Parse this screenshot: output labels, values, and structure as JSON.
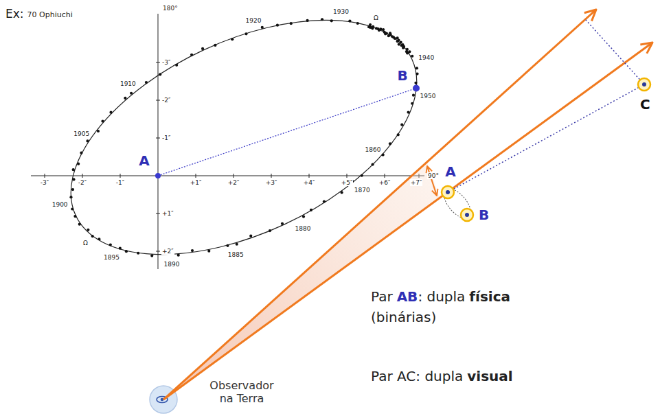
{
  "diagram": {
    "labels": [
      "Ex:",
      "70 Ophiuchi",
      "180°",
      "-3″",
      "-2″",
      "-1″",
      "+1″",
      "+2″",
      "-3″",
      "-2″",
      "-1″",
      "+1″",
      "+2″",
      "+3″",
      "+4″",
      "+5″",
      "+6″",
      "+7″",
      "90°",
      "1860",
      "1870",
      "1880",
      "1885",
      "1890",
      "1895",
      "Ω",
      "1900",
      "1905",
      "1910",
      "1920",
      "1930",
      "Ω",
      "1940",
      "1950",
      "A",
      "B",
      "A",
      "B",
      "C",
      "Par",
      "AB",
      ": dupla",
      "física",
      "(binárias)",
      "Par AC: dupla",
      "visual",
      "Observador na Terra"
    ]
  }
}
